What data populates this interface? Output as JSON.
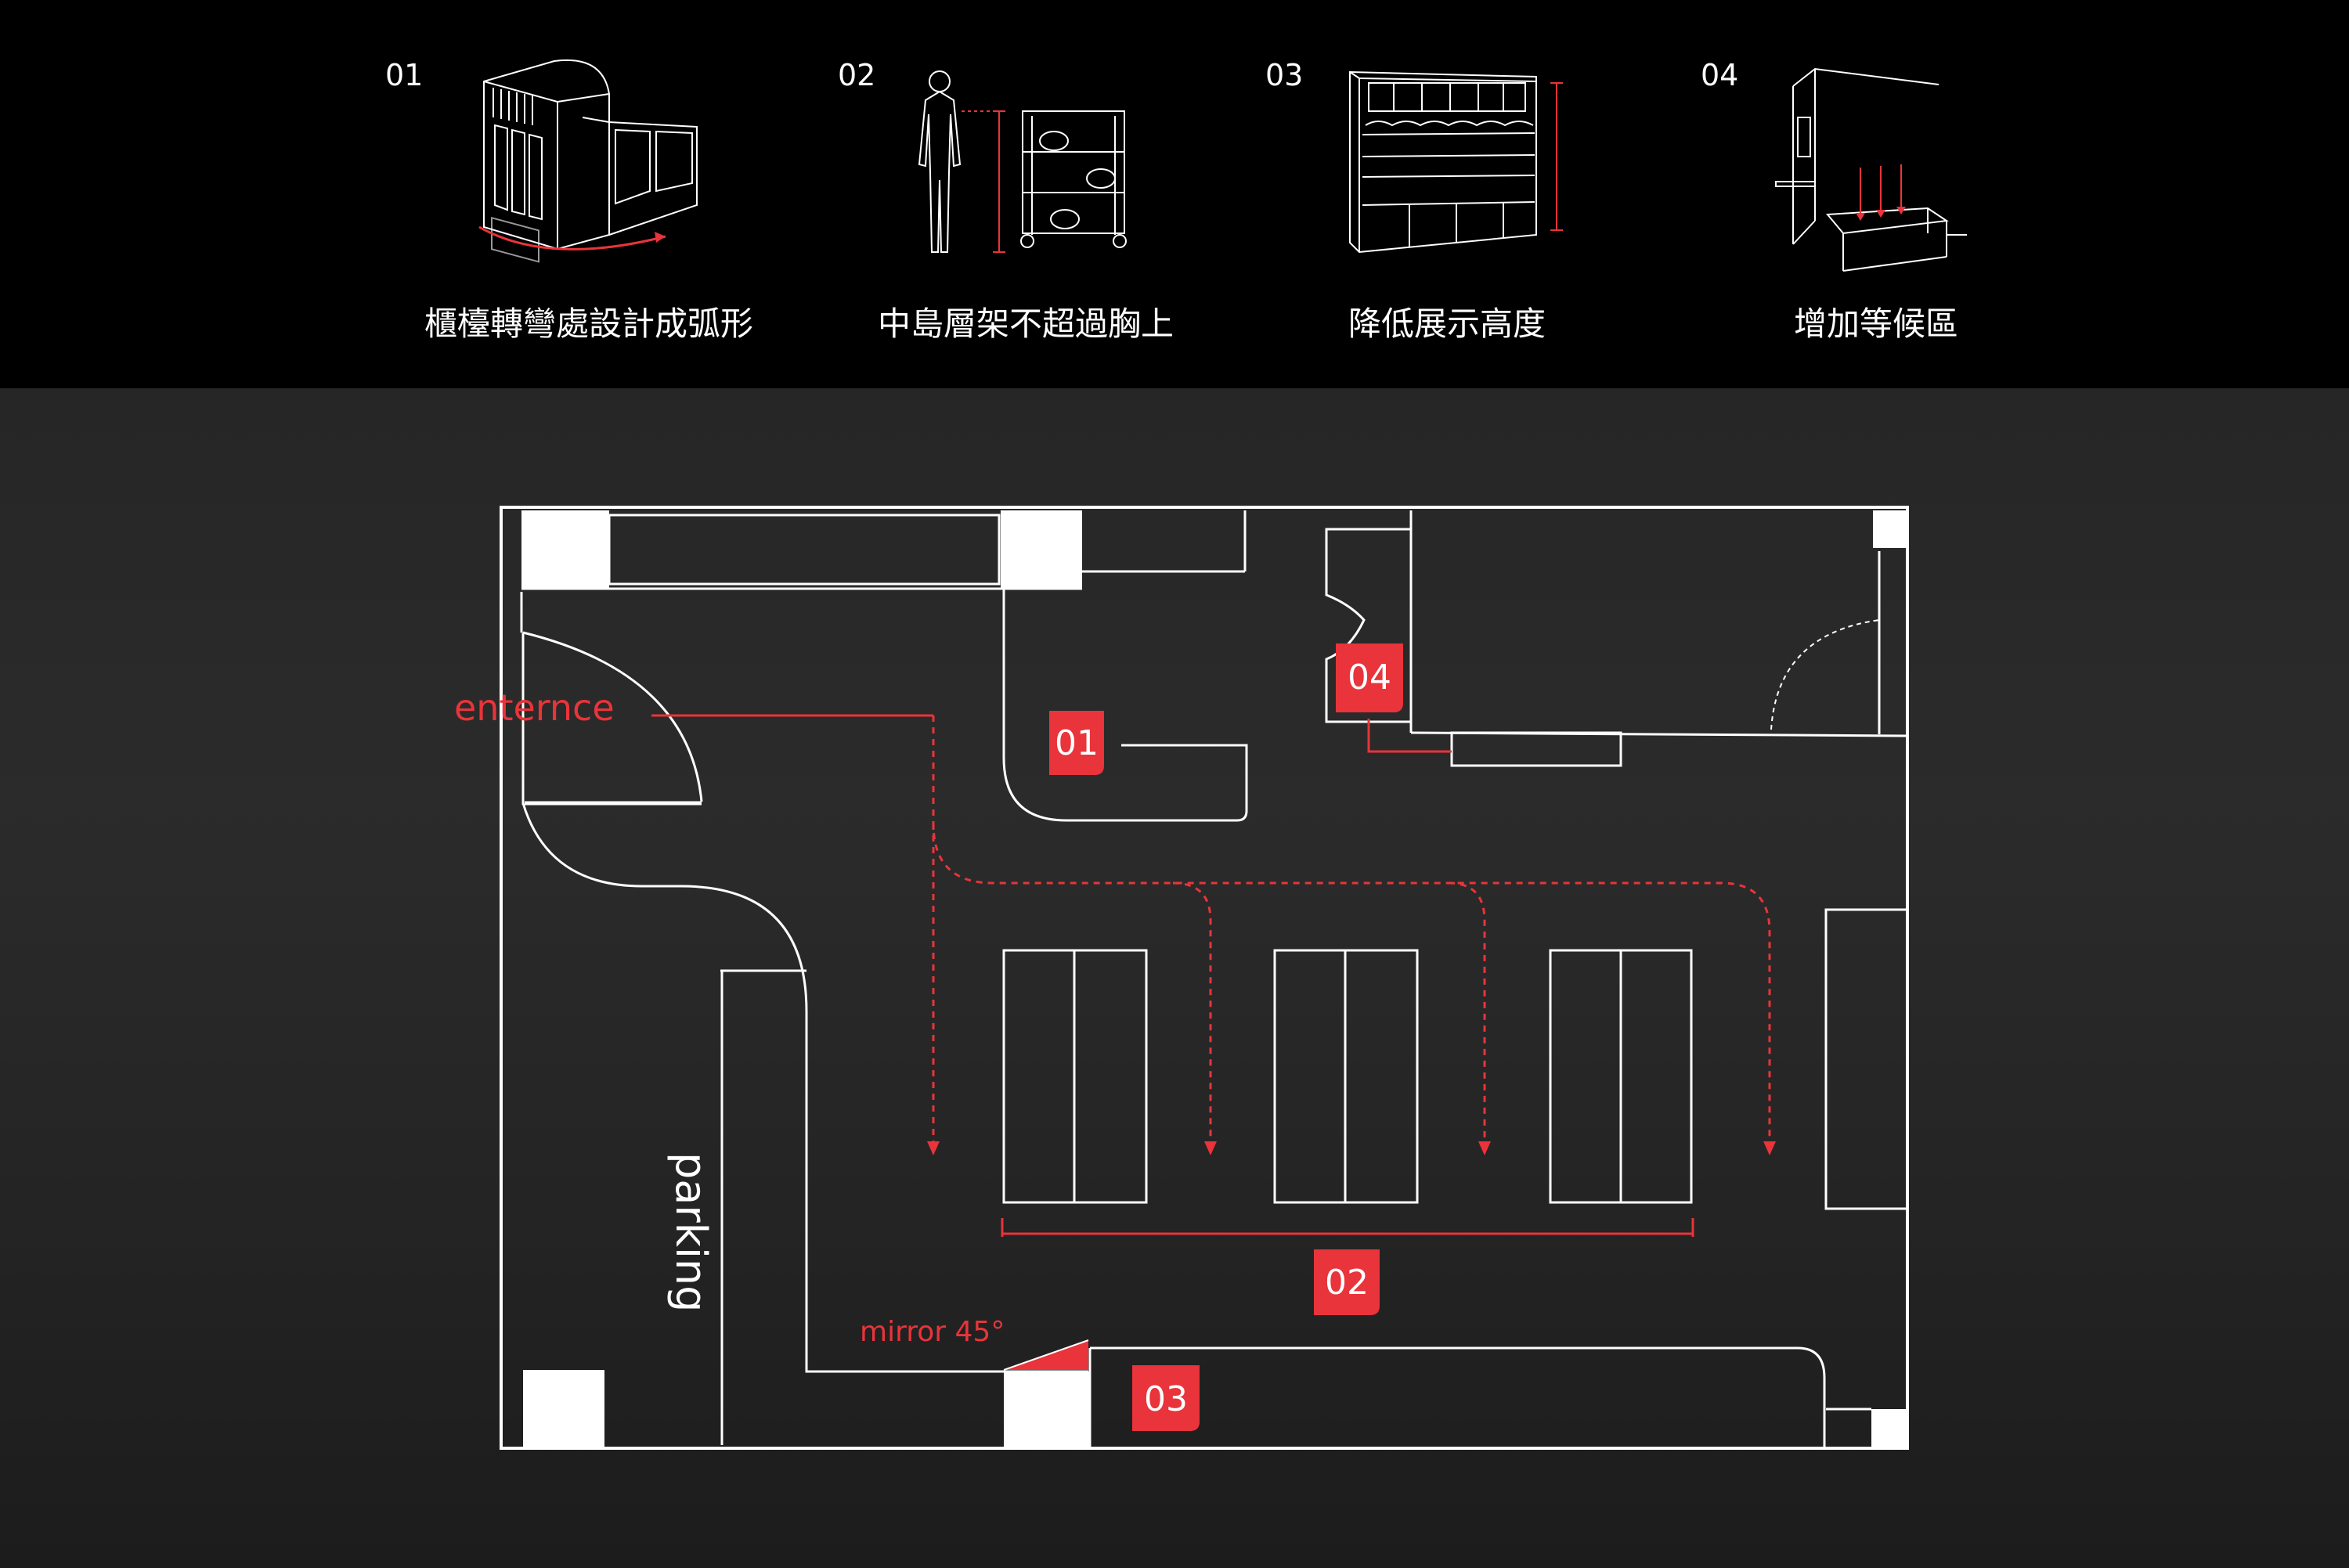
{
  "features": [
    {
      "number": "01",
      "caption": "櫃檯轉彎處設計成弧形",
      "icon": "curved-counter-icon"
    },
    {
      "number": "02",
      "caption": "中島層架不超過胸上",
      "icon": "person-shelf-height-icon"
    },
    {
      "number": "03",
      "caption": "降低展示高度",
      "icon": "low-display-wall-icon"
    },
    {
      "number": "04",
      "caption": "增加等候區",
      "icon": "waiting-bench-icon"
    }
  ],
  "plan": {
    "entrance_label": "enternce",
    "parking_label": "parking",
    "mirror_label": "mirror 45°",
    "markers": [
      "01",
      "02",
      "03",
      "04"
    ]
  },
  "colors": {
    "accent": "#e8343a",
    "line": "#ffffff",
    "background": "#000000"
  }
}
